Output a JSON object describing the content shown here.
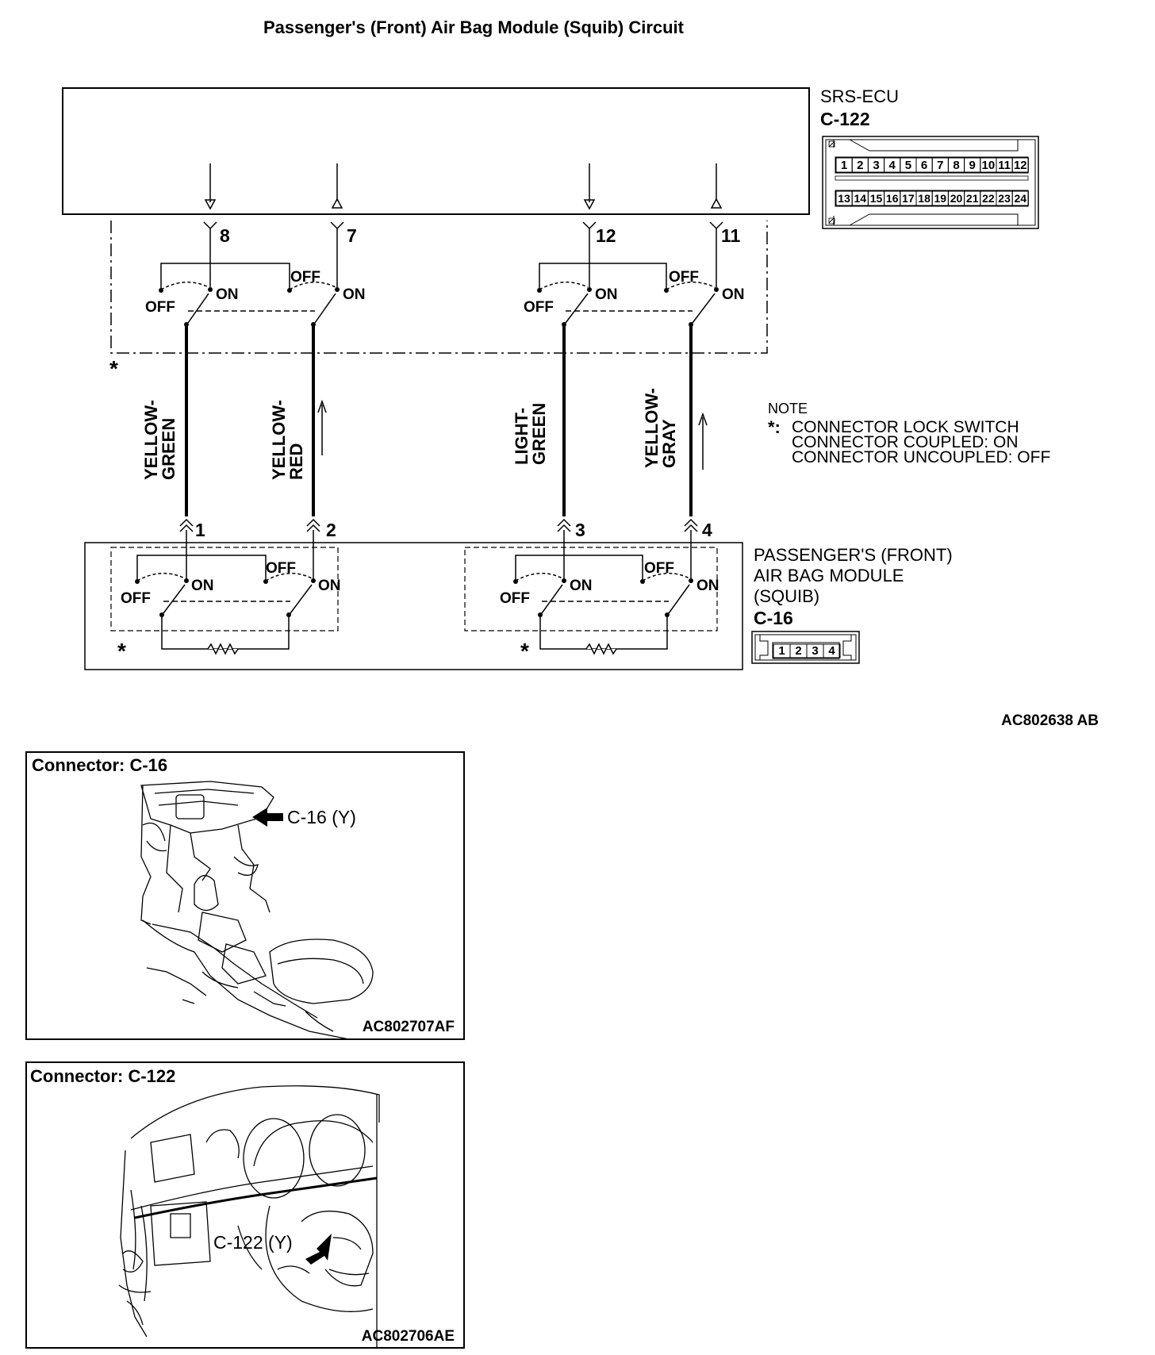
{
  "title": "Passenger's (Front) Air Bag Module (Squib) Circuit",
  "srs_ecu": {
    "name": "SRS-ECU",
    "connector": "C-122",
    "pins_top": [
      "1",
      "2",
      "3",
      "4",
      "5",
      "6",
      "7",
      "8",
      "9",
      "10",
      "11",
      "12"
    ],
    "pins_bottom": [
      "13",
      "14",
      "15",
      "16",
      "17",
      "18",
      "19",
      "20",
      "21",
      "22",
      "23",
      "24"
    ],
    "terminals": [
      "8",
      "7",
      "12",
      "11"
    ]
  },
  "switch_labels": {
    "off": "OFF",
    "on": "ON"
  },
  "star": "*",
  "wires": [
    {
      "line1": "YELLOW-",
      "line2": "GREEN"
    },
    {
      "line1": "YELLOW-",
      "line2": "RED"
    },
    {
      "line1": "LIGHT-",
      "line2": "GREEN"
    },
    {
      "line1": "YELLOW-",
      "line2": "GRAY"
    }
  ],
  "module_terminals": [
    "1",
    "2",
    "3",
    "4"
  ],
  "note": {
    "heading": "NOTE",
    "star": "*:",
    "line1": "CONNECTOR LOCK SWITCH",
    "line2": "CONNECTOR COUPLED: ON",
    "line3": "CONNECTOR UNCOUPLED: OFF"
  },
  "module": {
    "line1": "PASSENGER'S (FRONT)",
    "line2": "AIR BAG MODULE",
    "line3": "(SQUIB)",
    "connector": "C-16",
    "pins": [
      "1",
      "2",
      "3",
      "4"
    ]
  },
  "figure_code": "AC802638 AB",
  "panels": [
    {
      "title": "Connector: C-16",
      "callout": "C-16 (Y)",
      "code": "AC802707AF"
    },
    {
      "title": "Connector: C-122",
      "callout": "C-122 (Y)",
      "code": "AC802706AE"
    }
  ]
}
